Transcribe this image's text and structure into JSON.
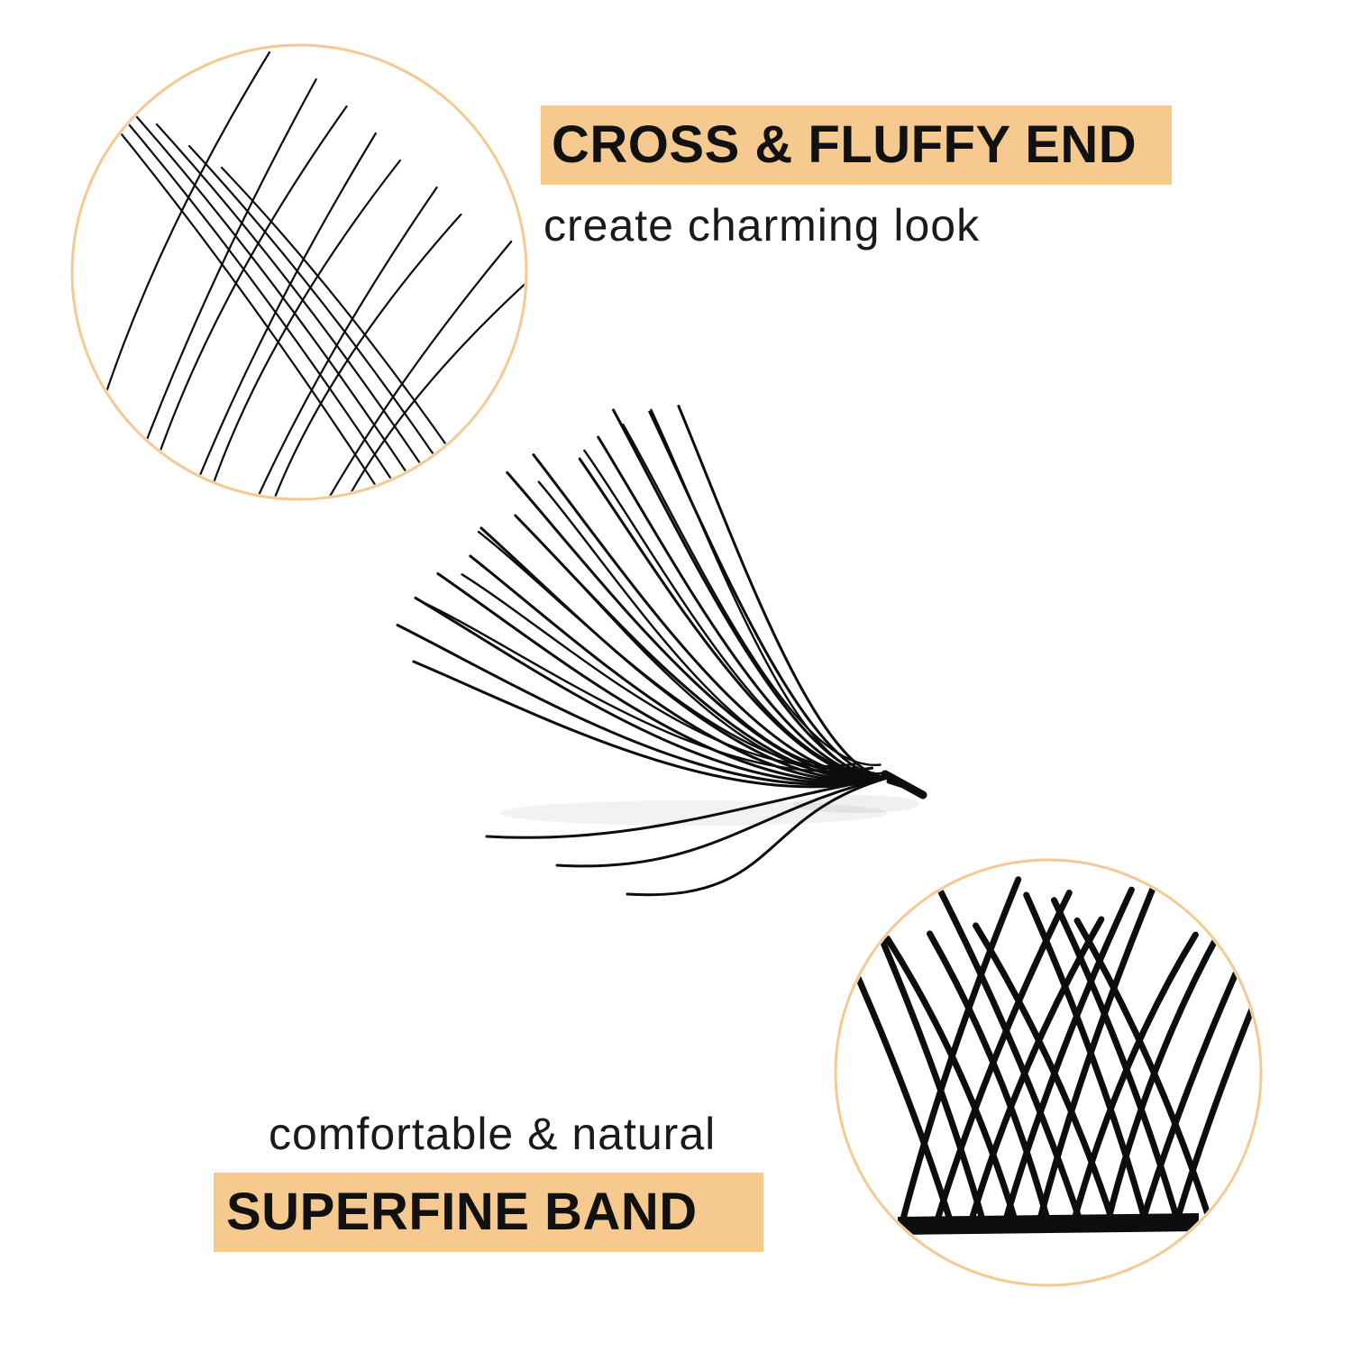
{
  "image": {
    "background": "#ffffff"
  },
  "colors": {
    "highlight": "#f6c98e",
    "circle_border": "#f3ca93",
    "lash": "#0d0d0d",
    "title_text": "#111111",
    "subtitle_text": "#1a1a1a"
  },
  "features": {
    "cross_fluffy": {
      "title": "CROSS & FLUFFY END",
      "subtitle": "create charming look"
    },
    "superfine_band": {
      "subtitle": "comfortable & natural",
      "title": "SUPERFINE BAND"
    }
  },
  "illustrations": {
    "tips_closeup": "lash-tips-closeup",
    "cluster": "lash-cluster",
    "band_closeup": "superfine-band-closeup"
  }
}
